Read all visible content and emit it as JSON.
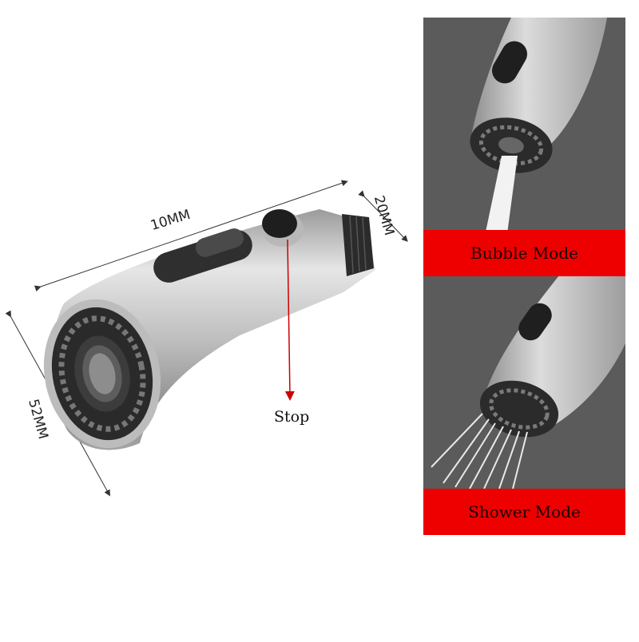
{
  "product": {
    "dimensions": {
      "length_label": "10MM",
      "height_label": "52MM",
      "thread_label": "20MM"
    },
    "stop_label": "Stop",
    "modes": [
      {
        "label": "Bubble Mode"
      },
      {
        "label": "Shower Mode"
      }
    ]
  },
  "colors": {
    "banner": "#ee0000",
    "panel_background": "#5b5b5b",
    "steel": "#c4c4c4",
    "nozzle": "#2a2a2a"
  }
}
